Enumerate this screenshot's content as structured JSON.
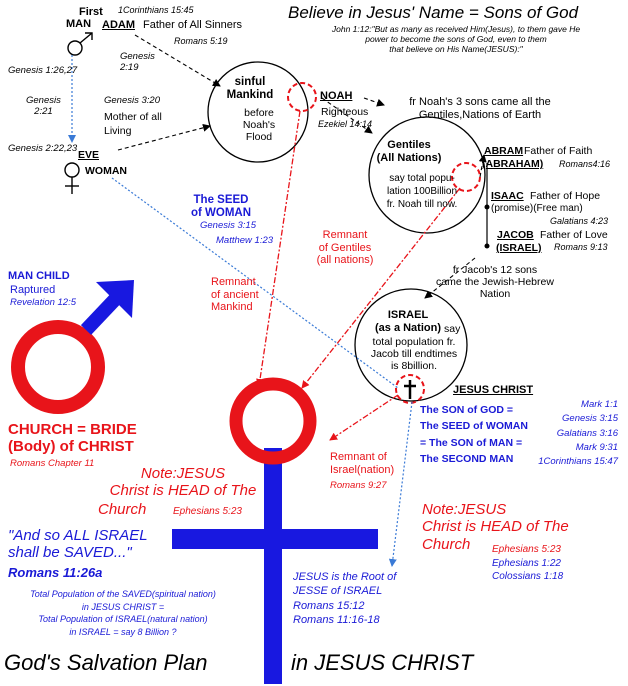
{
  "title": "Believe in Jesus' Name = Sons of God",
  "title_verse": [
    "John 1:12:\"But as many as received Him(Jesus), to them gave He",
    "power to become the sons of God, even to them",
    "that believe on His Name(JESUS):\""
  ],
  "man": {
    "first": "First",
    "label": "MAN",
    "adam": "ADAM",
    "adam_desc": "Father of All Sinners",
    "ref1": "1Corinthians 15:45",
    "ref2": "Romans 5:19"
  },
  "eve": {
    "label": "EVE",
    "woman": "WOMAN",
    "desc": [
      "Mother of all",
      "Living"
    ],
    "ref": "Genesis 3:20"
  },
  "refs": {
    "gen127": "Genesis 1:26,27",
    "gen221": [
      "Genesis",
      "2:21"
    ],
    "gen2223": "Genesis 2:22,23",
    "gen219": [
      "Genesis",
      "2:19"
    ]
  },
  "mankind": {
    "lines": [
      "sinful",
      "Mankind"
    ],
    "sub": [
      "before",
      "Noah's",
      "Flood"
    ]
  },
  "noah": {
    "name": "NOAH",
    "desc": "Righteous",
    "ref": "Ezekiel 14:14"
  },
  "noah_sons": [
    "fr Noah's 3 sons came all the",
    "Gentiles,Nations of Earth"
  ],
  "gentiles": {
    "lines": [
      "Gentiles",
      "(All Nations)"
    ],
    "sub": [
      "say total popu-",
      "lation 100Billion",
      "fr. Noah till now."
    ]
  },
  "abram": {
    "name": "ABRAM",
    "alt": "(ABRAHAM)",
    "desc": "Father of Faith",
    "ref": "Romans4:16"
  },
  "isaac": {
    "name": "ISAAC",
    "desc": "Father of Hope",
    "sub": "(promise)(Free man)",
    "ref": "Galatians 4:23"
  },
  "jacob": {
    "name": "JACOB",
    "alt": "(ISRAEL)",
    "desc": "Father of Love",
    "ref": "Romans 9:13"
  },
  "jacob_sons": [
    "fr Jacob's 12 sons",
    "came the Jewish-Hebrew",
    "Nation"
  ],
  "israel": {
    "lines": [
      "ISRAEL",
      "(as a Nation)"
    ],
    "sub": [
      "say",
      "total population fr.",
      "Jacob till endtimes",
      "is 8billion."
    ]
  },
  "seed": {
    "lines": [
      "The SEED",
      "of WOMAN"
    ],
    "ref1": "Genesis 3:15",
    "ref2": "Matthew 1:23"
  },
  "remnant_gentiles": [
    "Remnant",
    "of Gentiles",
    "(all nations)"
  ],
  "remnant_ancient": [
    "Remnant",
    "of ancient",
    "Mankind"
  ],
  "remnant_israel": {
    "lines": [
      "Remnant of",
      "Israel(nation)"
    ],
    "ref": "Romans 9:27"
  },
  "man_child": {
    "label": "MAN CHILD",
    "sub": "Raptured",
    "ref": "Revelation 12:5"
  },
  "church": {
    "lines": [
      "CHURCH = BRIDE",
      "(Body) of CHRIST"
    ],
    "ref": "Romans Chapter 11"
  },
  "note_center": {
    "lines": [
      "Note:JESUS",
      "Christ is HEAD of The",
      "Church"
    ],
    "ref": "Ephesians 5:23"
  },
  "note_right": {
    "lines": [
      "Note:JESUS",
      "Christ is HEAD of The",
      "Church"
    ],
    "refs": [
      "Ephesians 5:23",
      "Ephesians 1:22",
      "Colossians 1:18"
    ]
  },
  "jesus": {
    "name": "JESUS CHRIST",
    "lines": [
      "The SON of GOD =",
      "The SEED of WOMAN",
      "= The SON of MAN =",
      "The SECOND  MAN"
    ],
    "refs": [
      "Mark 1:1",
      "Genesis 3:15",
      "Galatians 3:16",
      "Mark 9:31",
      "1Corinthians 15:47"
    ]
  },
  "all_israel": {
    "lines": [
      "\"And so ALL ISRAEL",
      "shall be SAVED...\""
    ],
    "ref": "Romans 11:26a"
  },
  "population": [
    "Total Population of the SAVED(spiritual nation)",
    "in JESUS CHRIST =",
    "Total Population of ISRAEL(natural nation)",
    "in ISRAEL = say 8 Billion ?"
  ],
  "root": {
    "lines": [
      "JESUS is the Root of",
      "JESSE of ISRAEL"
    ],
    "refs": [
      "Romans 15:12",
      "Romans 11:16-18"
    ]
  },
  "footer": {
    "left": "God's Salvation Plan",
    "right": "in JESUS CHRIST"
  },
  "colors": {
    "red": "#e8141a",
    "blue": "#1a1ad6",
    "green": "#1a9a1a"
  }
}
